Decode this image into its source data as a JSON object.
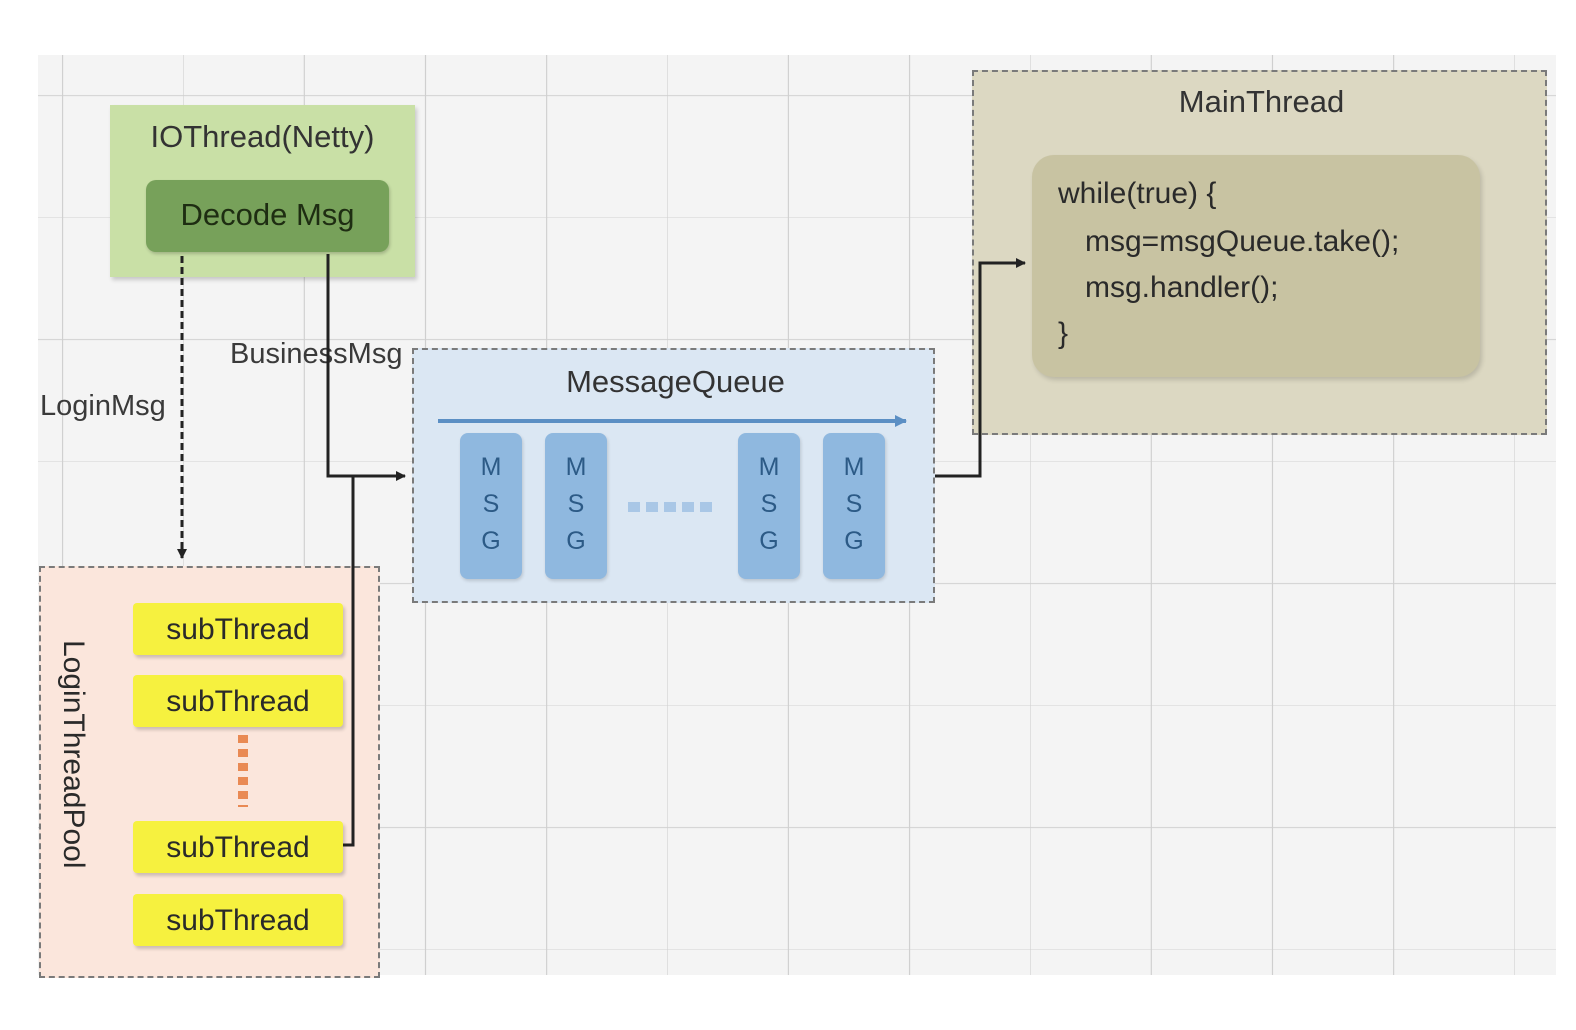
{
  "io_thread": {
    "title": "IOThread(Netty)",
    "decode_label": "Decode Msg"
  },
  "labels": {
    "login_msg": "LoginMsg",
    "business_msg": "BusinessMsg"
  },
  "message_queue": {
    "title": "MessageQueue",
    "messages": [
      [
        "M",
        "S",
        "G"
      ],
      [
        "M",
        "S",
        "G"
      ],
      [
        "M",
        "S",
        "G"
      ],
      [
        "M",
        "S",
        "G"
      ]
    ],
    "ellipsis": "......"
  },
  "main_thread": {
    "title": "MainThread",
    "code_lines": [
      "while(true) {",
      "msg=msgQueue.take();",
      "msg.handler();",
      "}"
    ]
  },
  "login_pool": {
    "title": "LoginThreadPool",
    "sub_threads": [
      "subThread",
      "subThread",
      "subThread",
      "subThread"
    ]
  },
  "colors": {
    "io_thread_fill": "#c9e0a6",
    "decode_fill": "#77a15a",
    "main_thread_fill": "#dcd8c2",
    "code_fill": "#c8c3a2",
    "queue_fill": "#dbe7f3",
    "msg_fill": "#8fb8df",
    "pool_fill": "#fbe6dc",
    "sub_thread_fill": "#f6f13f",
    "ellipsis_pool": "#e98a54"
  }
}
